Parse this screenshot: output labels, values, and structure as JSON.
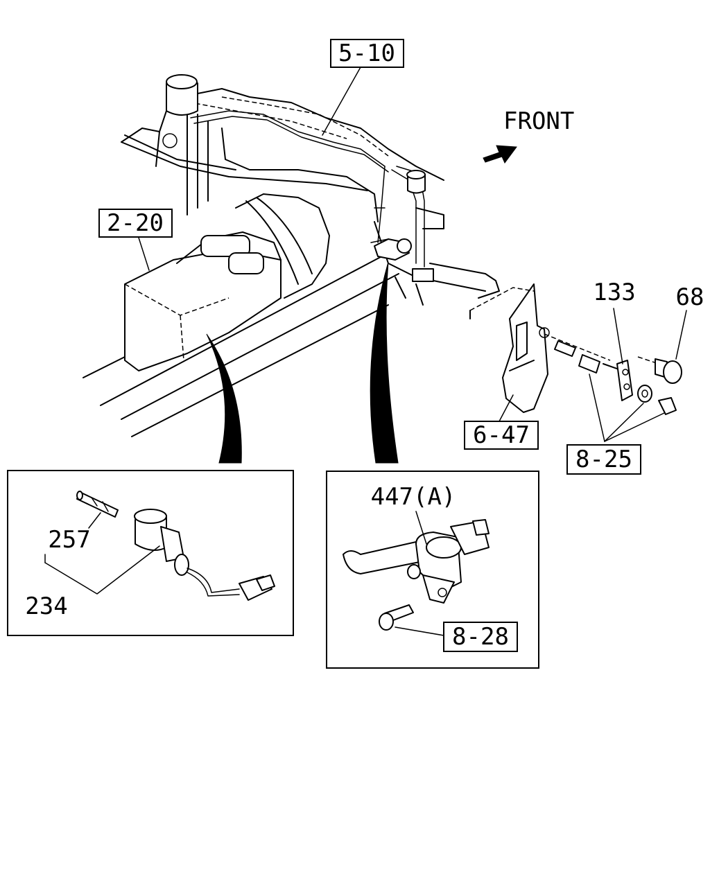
{
  "labels": {
    "front": "FRONT",
    "ref_5_10": "5-10",
    "ref_2_20": "2-20",
    "ref_6_47": "6-47",
    "ref_8_25": "8-25",
    "ref_8_28": "8-28",
    "part_133": "133",
    "part_68": "68",
    "part_257": "257",
    "part_234": "234",
    "part_447a": "447(A)"
  }
}
